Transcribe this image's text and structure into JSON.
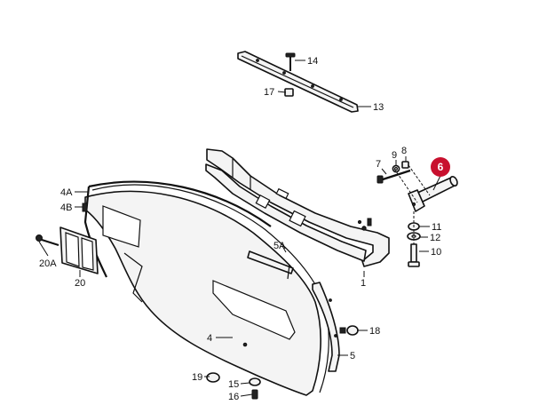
{
  "highlight_color": "#c8102e",
  "callouts": {
    "c1": "1",
    "c4": "4",
    "c4a": "4A",
    "c4b": "4B",
    "c5": "5",
    "c5a": "5A",
    "c6": "6",
    "c7": "7",
    "c8": "8",
    "c9": "9",
    "c10": "10",
    "c11": "11",
    "c12": "12",
    "c13": "13",
    "c14": "14",
    "c15": "15",
    "c16": "16",
    "c17": "17",
    "c18": "18",
    "c19": "19",
    "c20": "20",
    "c20a": "20A"
  }
}
